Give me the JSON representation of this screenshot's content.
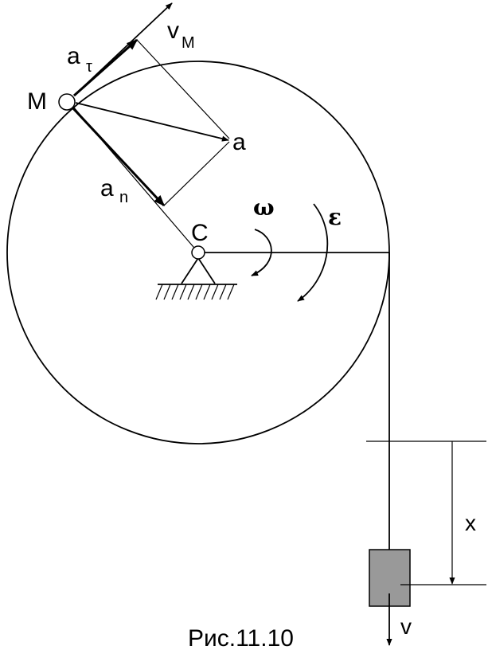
{
  "labels": {
    "point_m": "M",
    "velocity": "v",
    "velocity_sub": "M",
    "tangential_accel": "a",
    "tangential_sub": "τ",
    "normal_accel": "a",
    "normal_sub": "n",
    "total_accel": "a",
    "center": "C",
    "omega": "ω",
    "epsilon": "ε",
    "coordinate": "x",
    "load_velocity": "v",
    "caption": "Рис.11.10"
  },
  "colors": {
    "line": "#000000",
    "load_fill": "#999999",
    "background": "#ffffff"
  }
}
